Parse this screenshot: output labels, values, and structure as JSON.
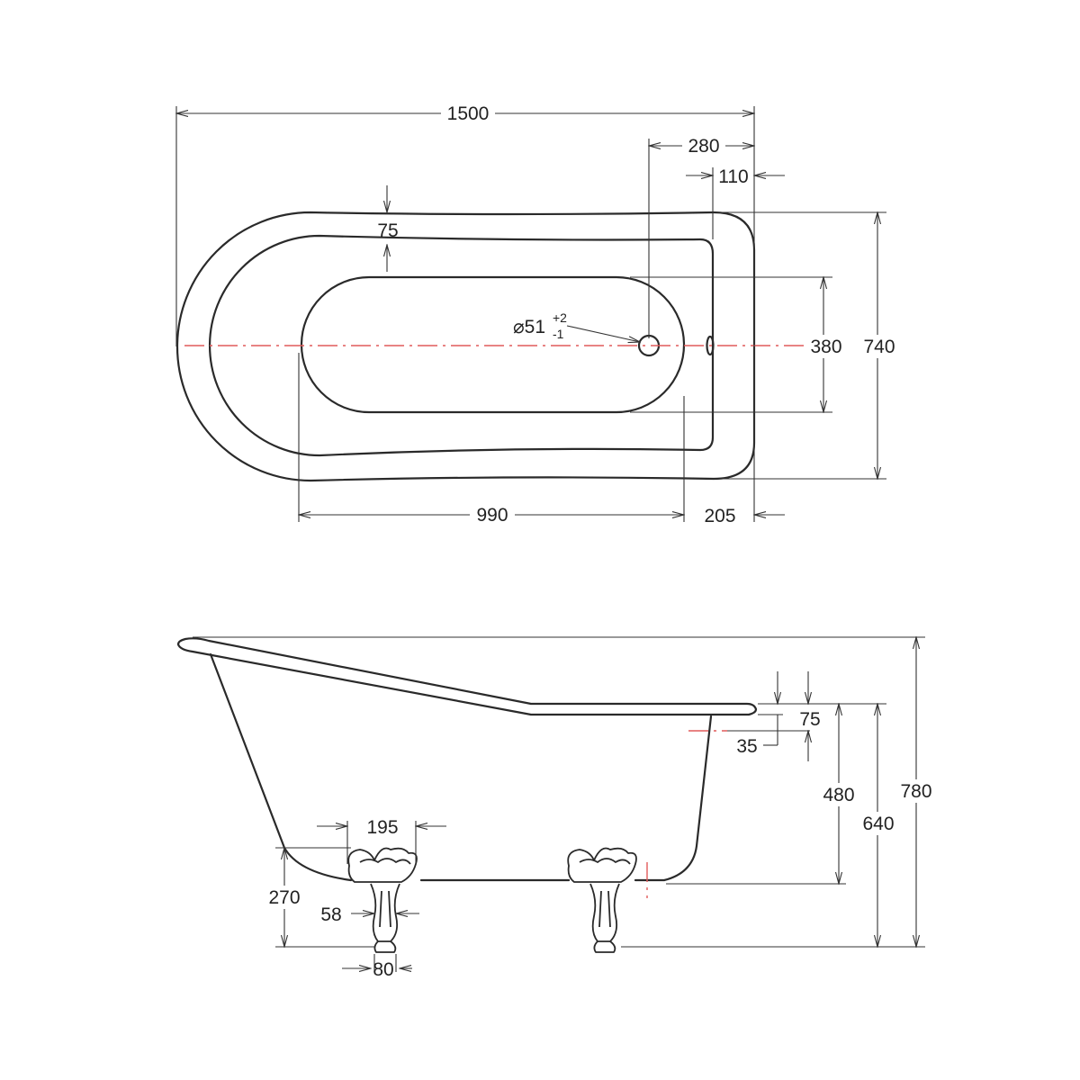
{
  "dimensions": {
    "length": "1500",
    "waste_offset": "280",
    "overflow_offset": "110",
    "rim_width_top": "75",
    "waste_label": "⌀51",
    "waste_tol_plus": "+2",
    "waste_tol_minus": "-1",
    "inner_width": "380",
    "total_width": "740",
    "base_length": "990",
    "end_offset": "205",
    "rim_thickness": "75",
    "overflow_height": "35",
    "inner_depth": "480",
    "base_height": "640",
    "total_height": "780",
    "foot_spacing": "195",
    "foot_height": "270",
    "foot_neck": "58",
    "foot_width": "80"
  },
  "colors": {
    "line": "#2a2a2a",
    "centerline": "#e05a5a"
  }
}
